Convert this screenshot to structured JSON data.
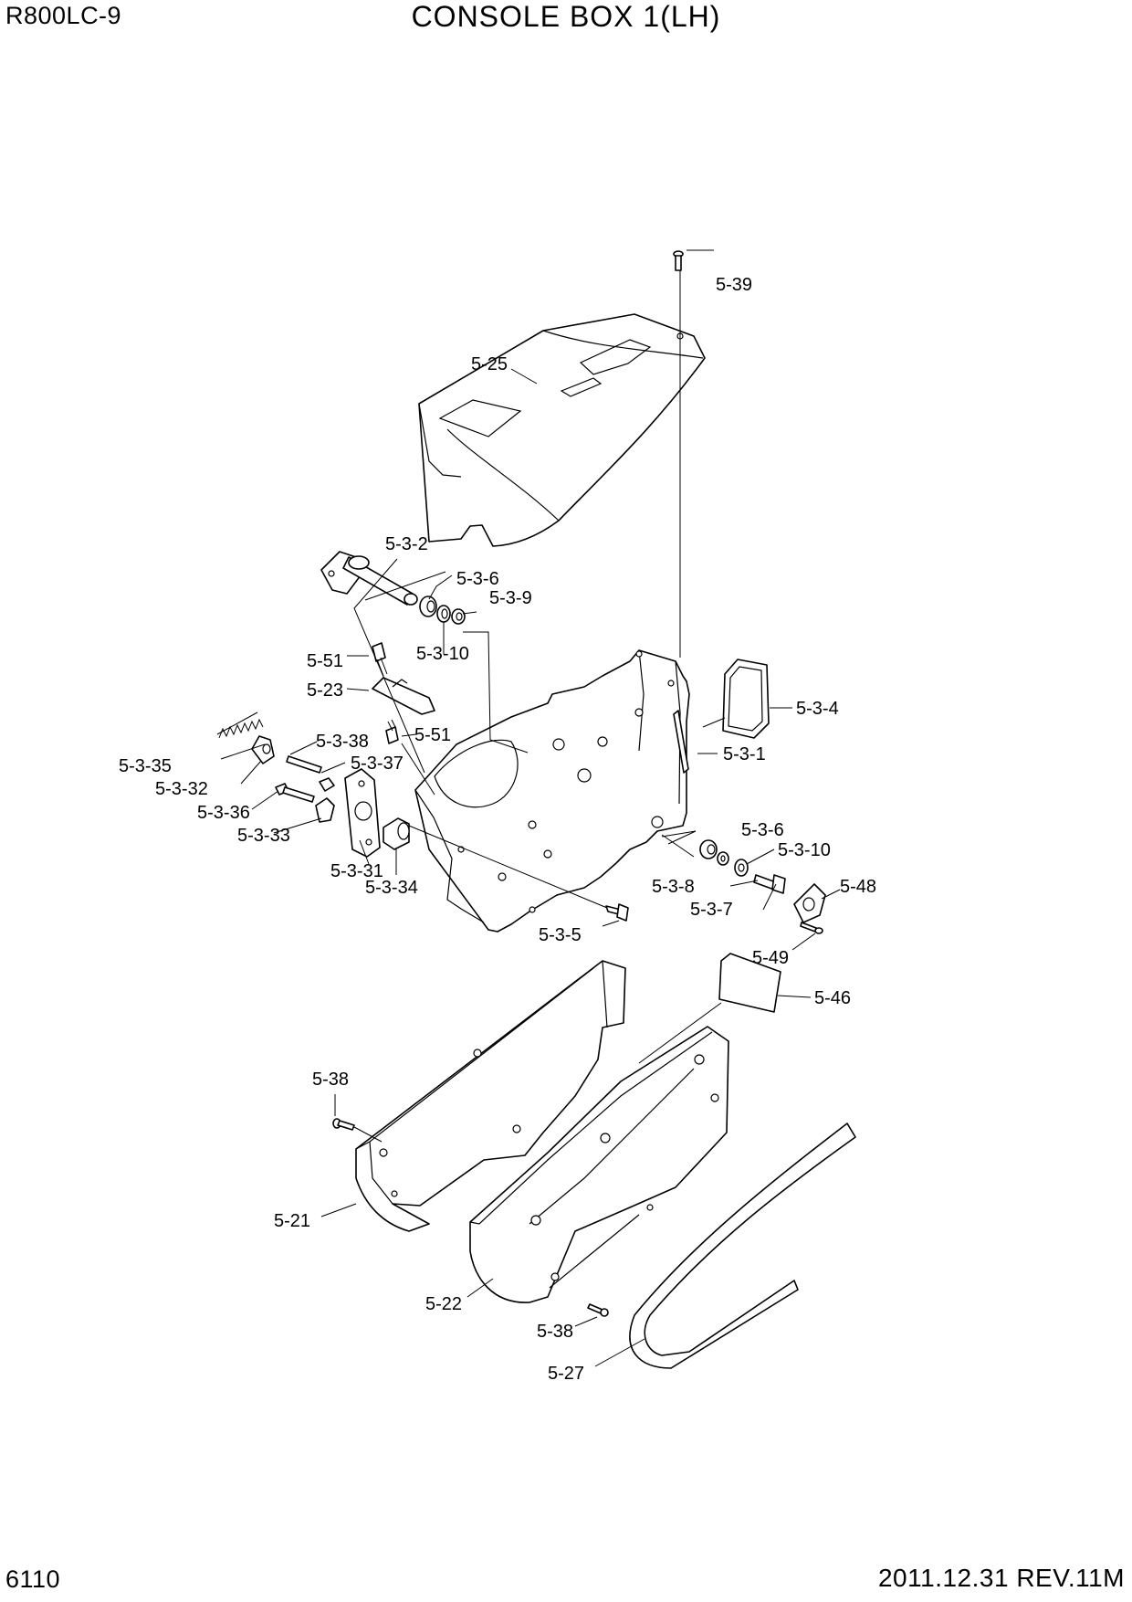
{
  "header": {
    "model": "R800LC-9",
    "title": "CONSOLE BOX 1(LH)"
  },
  "footer": {
    "page_number": "6110",
    "revision": "2011.12.31  REV.11M"
  },
  "callouts": {
    "c5_39": "5-39",
    "c5_25": "5-25",
    "c5_3_2": "5-3-2",
    "c5_3_6a": "5-3-6",
    "c5_3_9": "5-3-9",
    "c5_3_10a": "5-3-10",
    "c5_51a": "5-51",
    "c5_23": "5-23",
    "c5_51b": "5-51",
    "c5_3_4": "5-3-4",
    "c5_3_38": "5-3-38",
    "c5_3_37": "5-3-37",
    "c5_3_1": "5-3-1",
    "c5_3_35": "5-3-35",
    "c5_3_32": "5-3-32",
    "c5_3_36": "5-3-36",
    "c5_3_33": "5-3-33",
    "c5_3_31": "5-3-31",
    "c5_3_34": "5-3-34",
    "c5_3_6b": "5-3-6",
    "c5_3_10b": "5-3-10",
    "c5_3_8": "5-3-8",
    "c5_48": "5-48",
    "c5_3_7": "5-3-7",
    "c5_3_5": "5-3-5",
    "c5_49": "5-49",
    "c5_46": "5-46",
    "c5_38a": "5-38",
    "c5_21": "5-21",
    "c5_22": "5-22",
    "c5_38b": "5-38",
    "c5_27": "5-27"
  }
}
